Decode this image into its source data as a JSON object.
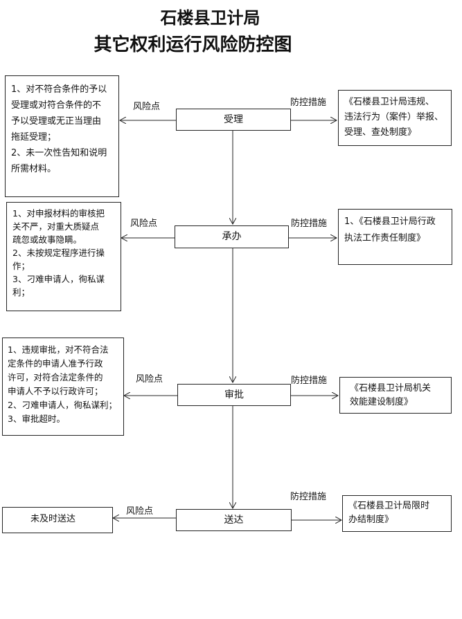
{
  "title": {
    "line1": "石楼县卫计局",
    "line2": "其它权利运行风险防控图"
  },
  "labels": {
    "risk": "风险点",
    "control": "防控措施"
  },
  "steps": [
    {
      "name": "受理",
      "risks": [
        "1、对不符合条件的予以",
        "受理或对符合条件的不",
        "予以受理或无正当理由",
        "拖延受理；",
        "2、未一次性告知和说明",
        "所需材料。"
      ],
      "controls": [
        "《石楼县卫计局违规、",
        "违法行为（案件）举报、",
        "受理、查处制度》"
      ]
    },
    {
      "name": "承办",
      "risks": [
        "1、对申报材料的审核把",
        "关不严，对重大质疑点",
        "疏忽或故事隐瞒。",
        "2、未按规定程序进行操",
        "作；",
        "3、刁难申请人，徇私谋",
        "利；"
      ],
      "controls": [
        "1、《石楼县卫计局行政",
        "执法工作责任制度》"
      ]
    },
    {
      "name": "审批",
      "risks": [
        "1、违规审批，对不符合法",
        "定条件的申请人准予行政",
        "许可，对符合法定条件的",
        "申请人不予以行政许可；",
        "2、刁难申请人，徇私谋利；",
        "3、审批超时。"
      ],
      "controls": [
        "《石楼县卫计局机关",
        "效能建设制度》"
      ]
    },
    {
      "name": "送达",
      "risks": [
        "未及时送达"
      ],
      "controls": [
        "《石楼县卫计局限时",
        "办结制度》"
      ]
    }
  ]
}
